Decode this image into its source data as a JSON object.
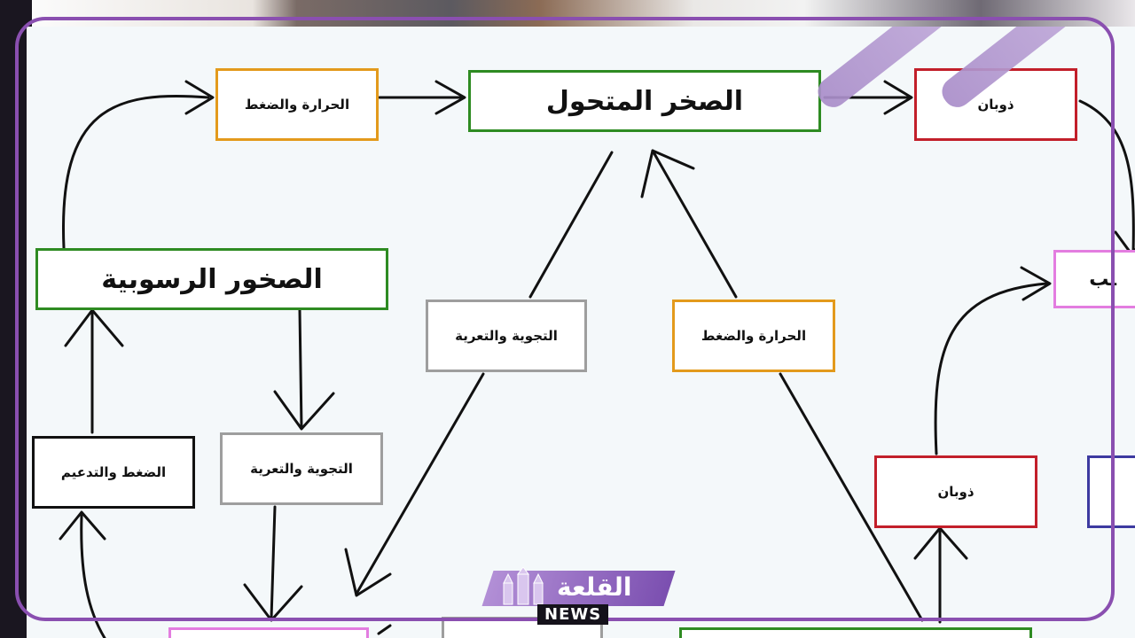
{
  "diagram": {
    "boxes": [
      {
        "id": "metamorphic",
        "label": "الصخر المتحول",
        "border": "#2e8b22"
      },
      {
        "id": "sedimentary",
        "label": "الصخور الرسوبية",
        "border": "#2e8b22"
      },
      {
        "id": "heat_pressure_top",
        "label": "الحرارة والضغط",
        "border": "#e39a1c"
      },
      {
        "id": "melting_top",
        "label": "ذوبان",
        "border": "#c21f2a"
      },
      {
        "id": "weathering_center",
        "label": "التجوية والتعرية",
        "border": "#9e9e9e"
      },
      {
        "id": "heat_pressure_center",
        "label": "الحرارة والضغط",
        "border": "#e39a1c"
      },
      {
        "id": "compaction",
        "label": "الضغط والتدعيم",
        "border": "#111111"
      },
      {
        "id": "weathering_left",
        "label": "التجوية والتعرية",
        "border": "#9e9e9e"
      },
      {
        "id": "melting_right",
        "label": "ذوبان",
        "border": "#c21f2a"
      },
      {
        "id": "cut_right_pink",
        "label": "ـب",
        "border": "#e37de0"
      }
    ]
  },
  "branding": {
    "logo_ar": "القلعة",
    "logo_en": "NEWS"
  }
}
